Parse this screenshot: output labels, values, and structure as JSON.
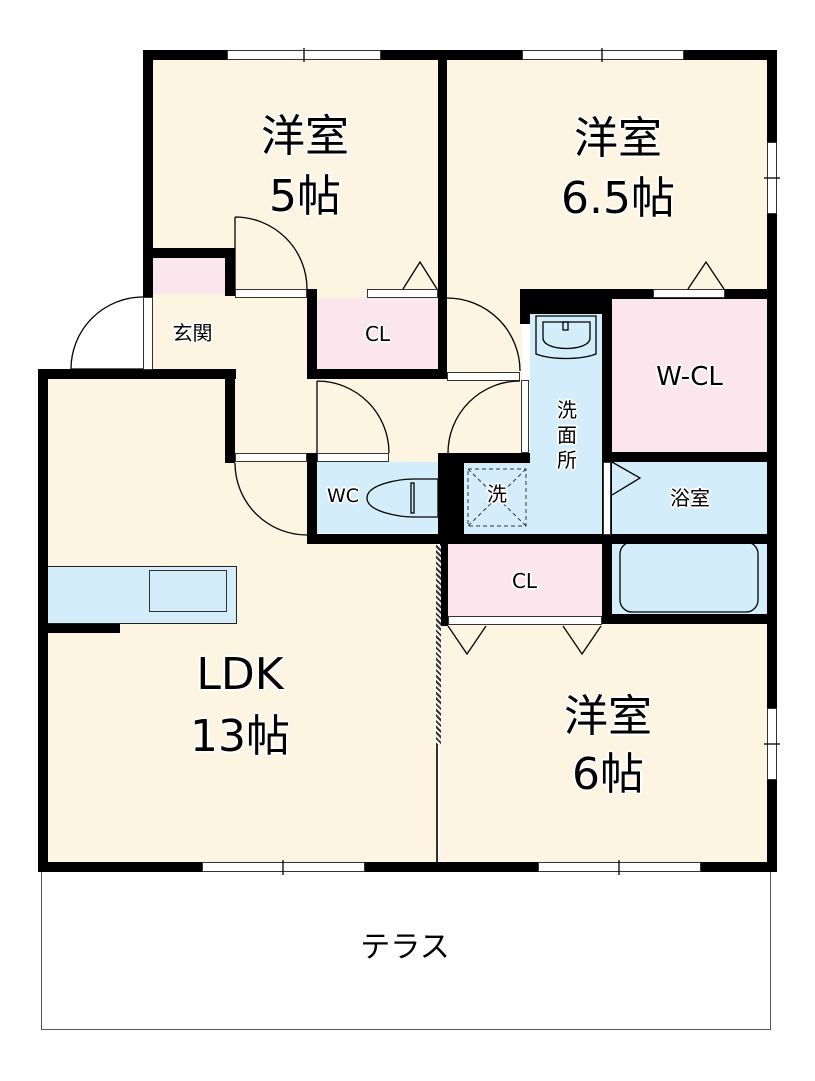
{
  "floorplan": {
    "rooms": [
      {
        "id": "western-5",
        "name": "洋室",
        "size": "5帖"
      },
      {
        "id": "western-6-5",
        "name": "洋室",
        "size": "6.5帖"
      },
      {
        "id": "western-6",
        "name": "洋室",
        "size": "6帖"
      },
      {
        "id": "ldk",
        "name": "LDK",
        "size": "13帖"
      }
    ],
    "labels": {
      "entrance": "玄関",
      "closet_top": "CL",
      "closet_bottom": "CL",
      "walk_in_closet": "W-CL",
      "washroom": "洗面所",
      "washer": "洗",
      "toilet": "WC",
      "bathroom": "浴室",
      "terrace": "テラス"
    },
    "colors": {
      "room": "#fdf5e2",
      "closet": "#fbe6ee",
      "wet_area": "#d3eefa",
      "wall": "#000000"
    }
  }
}
